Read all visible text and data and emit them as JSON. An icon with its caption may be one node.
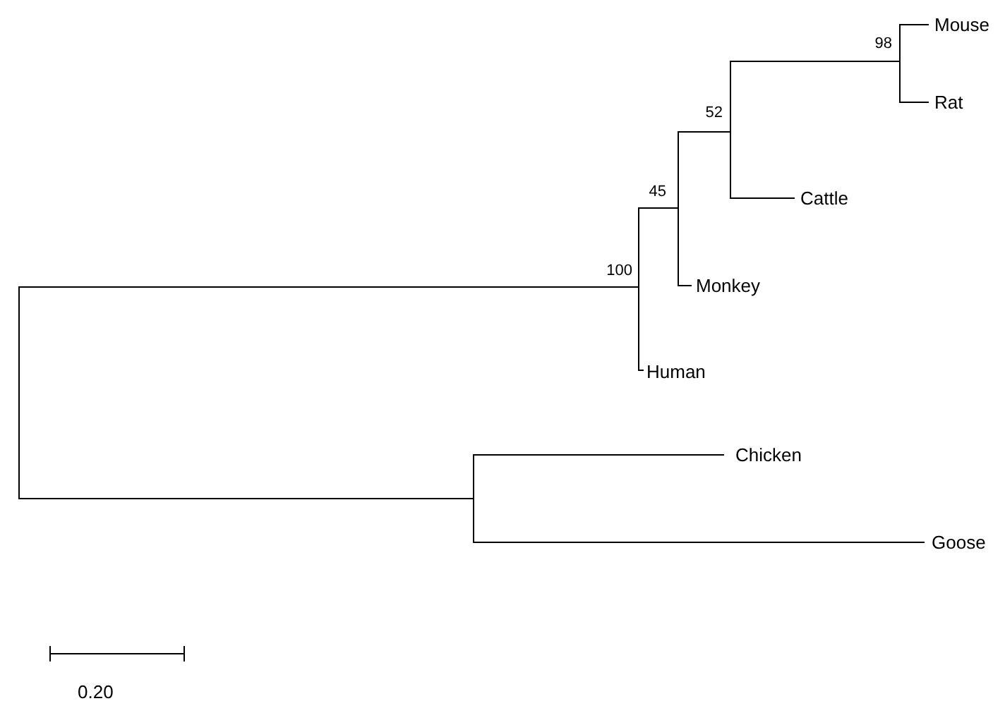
{
  "diagram": {
    "labels": [
      "Mouse",
      "98",
      "52",
      "Rat",
      "Cattle",
      "45",
      "100",
      "Monkey",
      "Human",
      "Chicken",
      "Goose",
      "0.20"
    ]
  }
}
